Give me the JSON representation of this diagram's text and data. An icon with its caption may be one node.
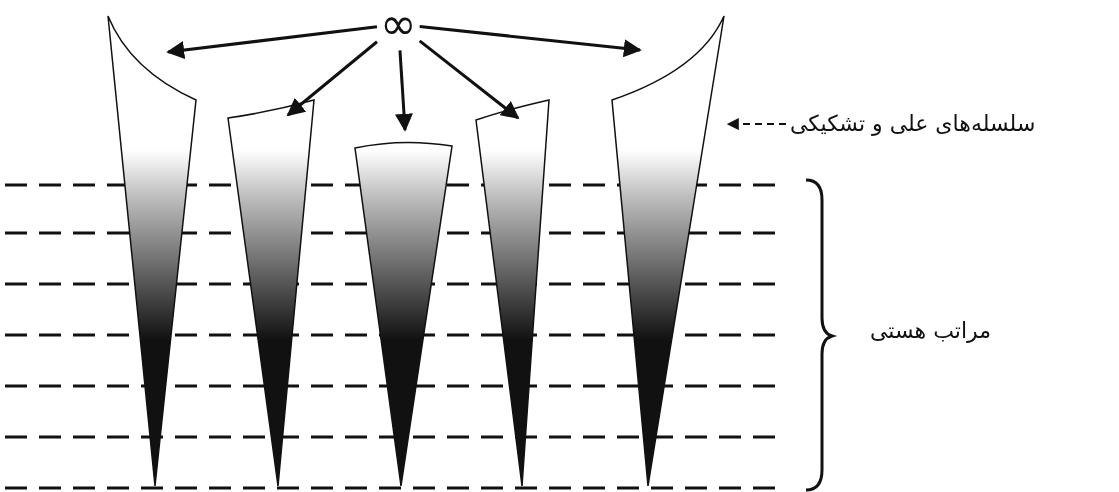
{
  "diagram": {
    "nodes": [
      {
        "text": [
          "∞"
        ]
      },
      {
        "text": [],
        "shape": "cone"
      },
      {
        "text": [],
        "shape": "cone"
      },
      {
        "text": [],
        "shape": "cone"
      },
      {
        "text": [],
        "shape": "cone"
      },
      {
        "text": [],
        "shape": "cone"
      },
      {
        "text": [
          "سلسله‌های علی و تشکیکی"
        ]
      }
    ],
    "edges": [
      {
        "from": 0,
        "to": 1,
        "arrow": "to"
      },
      {
        "from": 0,
        "to": 2,
        "arrow": "to"
      },
      {
        "from": 0,
        "to": 3,
        "arrow": "to"
      },
      {
        "from": 0,
        "to": 4,
        "arrow": "to"
      },
      {
        "from": 0,
        "to": 5,
        "arrow": "to"
      },
      {
        "from": 6,
        "to": 5,
        "arrow": "to",
        "style": "dashed"
      }
    ],
    "labels": [
      "مراتب هستی"
    ]
  }
}
